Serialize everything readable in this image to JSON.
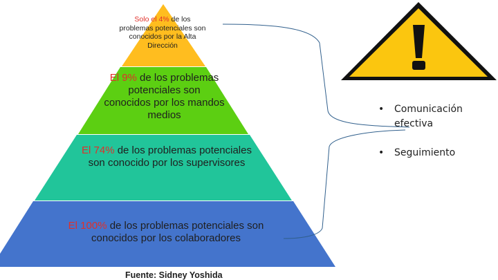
{
  "pyramid": {
    "tiers": [
      {
        "highlight": "Solo el 4%",
        "text": " de los problemas potenciales son conocidos por la Alta Dirección",
        "color": "#ffbd1f"
      },
      {
        "highlight": "El 9%",
        "text": " de los problemas potenciales son conocidos por los mandos medios",
        "color": "#5ccf12"
      },
      {
        "highlight": "El 74%",
        "text": " de los problemas potenciales son conocido por los supervisores",
        "color": "#21c59a"
      },
      {
        "highlight": "El 100%",
        "text": " de los problemas  potenciales son conocidos por los colaboradores",
        "color": "#4474cc"
      }
    ],
    "highlight_color": "#e0302a"
  },
  "warning_sign": {
    "icon": "warning-icon",
    "color": "#fbc60f"
  },
  "bullets": [
    "Comunicación efectiva",
    "Seguimiento"
  ],
  "bullet_symbol": "•",
  "source": "Fuente: Sidney Yoshida"
}
